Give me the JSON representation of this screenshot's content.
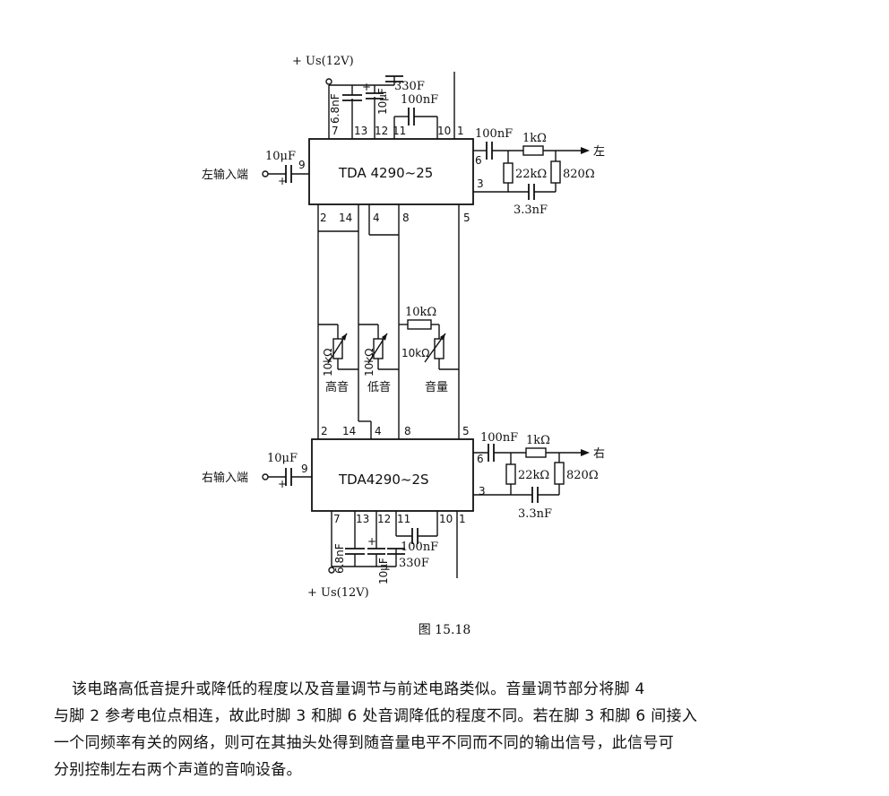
{
  "figure": {
    "caption": "图 15.18",
    "top_supply": "+ Us(12V)",
    "bottom_supply": "+ Us(12V)",
    "ic_top": "TDA 4290~25",
    "ic_bottom": "TDA4290~2S",
    "left_input": "左输入端",
    "right_input": "右输入端",
    "left_output": "左",
    "right_output": "右",
    "treble_label": "高音",
    "bass_label": "低音",
    "volume_label": "音量",
    "components": {
      "c_68n_top": "6.8nF",
      "c_10u_top": "10μF",
      "c_330_top": "330F",
      "c_100n_top": "100nF",
      "c_in_top": "10μF",
      "c_out_top": "100nF",
      "r_1k_top": "1kΩ",
      "r_22k_top": "22kΩ",
      "r_820_top": "820Ω",
      "c_33n_top": "3.3nF",
      "r_10k_series": "10kΩ",
      "pot_treble": "10kΩ",
      "pot_bass": "10kΩ",
      "pot_volume": "10kΩ",
      "c_in_bottom": "10μF",
      "c_out_bottom": "100nF",
      "r_1k_bottom": "1kΩ",
      "r_22k_bottom": "22kΩ",
      "r_820_bottom": "820Ω",
      "c_33n_bottom": "3.3nF",
      "c_68n_bottom": "6.8nF",
      "c_10u_bottom": "10μF",
      "c_100n_bottom": "100nF",
      "c_330_bottom": "330F"
    },
    "pins_top": {
      "p7": "7",
      "p13": "13",
      "p12": "12",
      "p11": "11",
      "p10": "10",
      "p1": "1",
      "p9": "9",
      "p6": "6",
      "p3": "3",
      "p2": "2",
      "p14": "14",
      "p4": "4",
      "p8": "8",
      "p5": "5"
    },
    "pins_bottom": {
      "p2": "2",
      "p14": "14",
      "p4": "4",
      "p8": "8",
      "p5": "5",
      "p9": "9",
      "p6": "6",
      "p3": "3",
      "p7": "7",
      "p13": "13",
      "p12": "12",
      "p11": "11",
      "p10": "10",
      "p1": "1"
    },
    "polarity": {
      "plus": "+"
    }
  },
  "body_text": {
    "line1": "该电路高低音提升或降低的程度以及音量调节与前述电路类似。音量调节部分将脚 4",
    "line2": "与脚 2 参考电位点相连，故此时脚 3 和脚 6 处音调降低的程度不同。若在脚 3 和脚 6 间接入",
    "line3": "一个同频率有关的网络，则可在其抽头处得到随音量电平不同而不同的输出信号，此信号可",
    "line4": "分别控制左右两个声道的音响设备。"
  }
}
